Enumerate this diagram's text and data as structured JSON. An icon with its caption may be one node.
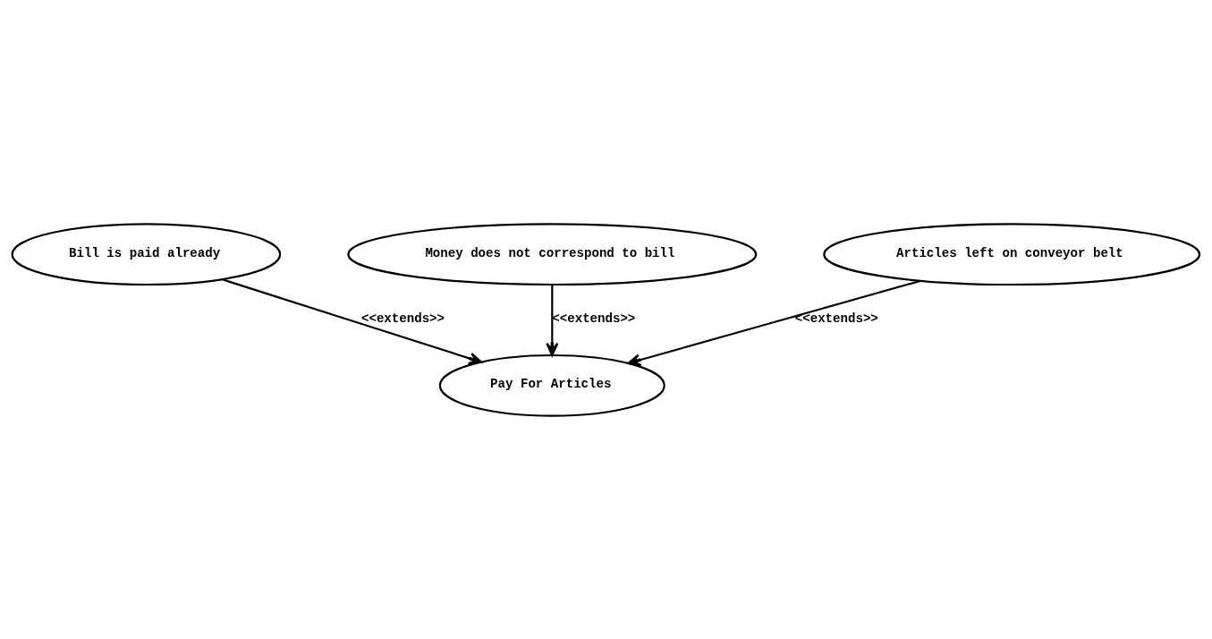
{
  "diagram": {
    "nodes": [
      {
        "text": [
          "Bill is paid already"
        ]
      },
      {
        "text": [
          "Money does not correspond to bill"
        ]
      },
      {
        "text": [
          "Articles left on conveyor belt"
        ]
      },
      {
        "text": [
          "Pay For Articles"
        ]
      }
    ],
    "edges": [
      {
        "from": 0,
        "to": 3,
        "arrow": "to",
        "label": "<<extends>>"
      },
      {
        "from": 1,
        "to": 3,
        "arrow": "to",
        "label": "<<extends>>"
      },
      {
        "from": 2,
        "to": 3,
        "arrow": "to",
        "label": "<<extends>>"
      }
    ]
  }
}
